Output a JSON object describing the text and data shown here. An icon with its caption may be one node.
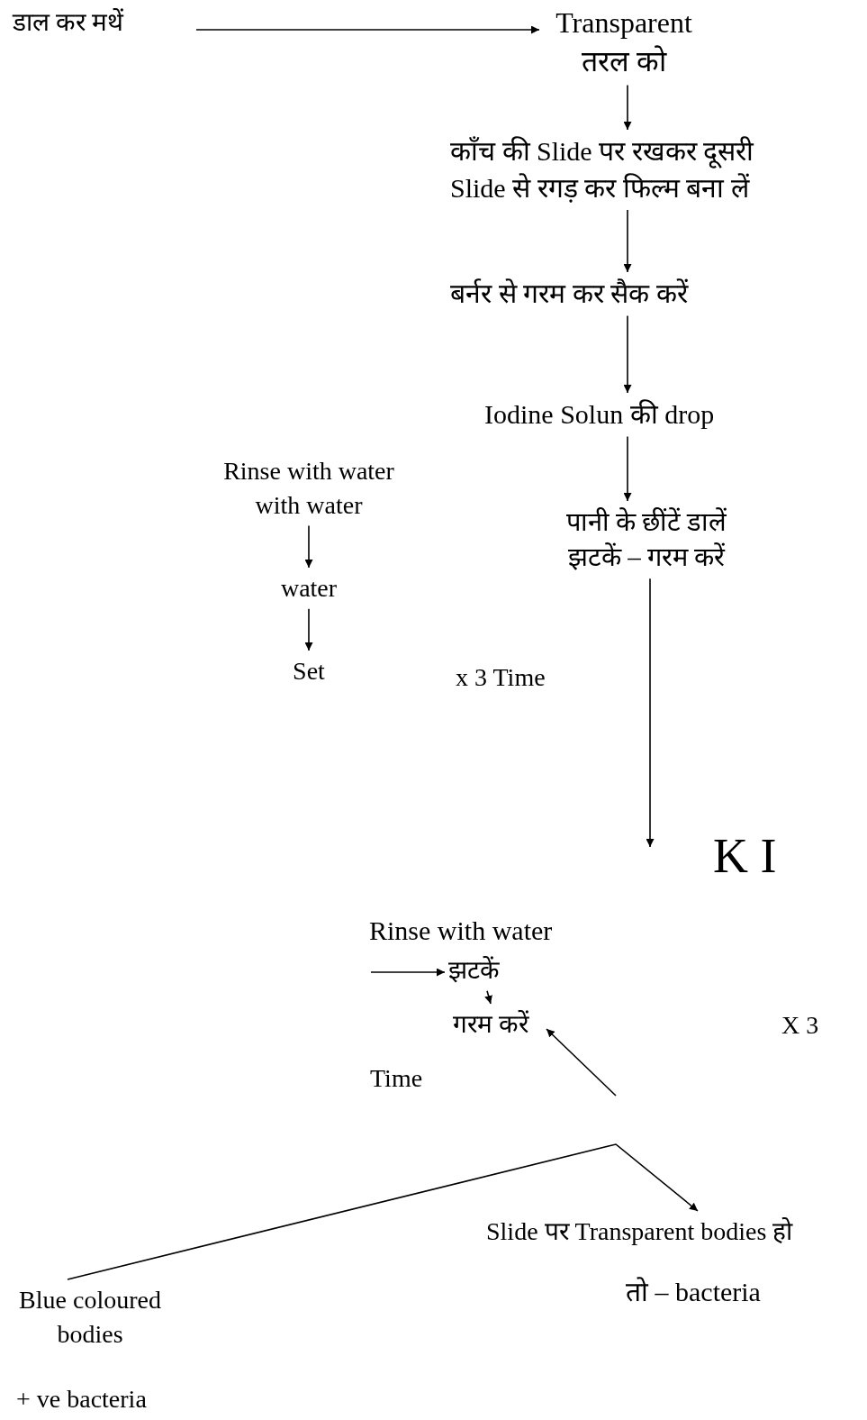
{
  "diagram": {
    "nodes": [
      {
        "text": [
          "डाल कर मथें"
        ]
      },
      {
        "text": [
          "Transparent तरल को"
        ]
      },
      {
        "text": [
          "काँच की Slide पर रखकर दूसरी Slide से रगड़ कर फिल्म बना लें"
        ]
      },
      {
        "text": [
          "बर्नर से गरम कर सैक करें"
        ]
      },
      {
        "text": [
          "Iodine Solun की drop"
        ]
      },
      {
        "text": [
          "पानी के छींटें डालें झटकें – गरम करें"
        ]
      },
      {
        "text": [
          "Rinse with water with water"
        ]
      },
      {
        "text": [
          "water"
        ]
      },
      {
        "text": [
          "Set"
        ]
      },
      {
        "text": [
          "Rinse with water"
        ]
      },
      {
        "text": [
          "झटकें"
        ]
      },
      {
        "text": [
          "गरम करें"
        ]
      },
      {
        "text": [
          "Slide पर Transparent bodies हो"
        ]
      },
      {
        "text": [
          "Blue coloured bodies"
        ]
      }
    ],
    "edges": [
      {
        "from": 0,
        "to": 1,
        "arrow": "to"
      },
      {
        "from": 1,
        "to": 2,
        "arrow": "to"
      },
      {
        "from": 2,
        "to": 3,
        "arrow": "to"
      },
      {
        "from": 3,
        "to": 4,
        "arrow": "to"
      },
      {
        "from": 4,
        "to": 5,
        "arrow": "to"
      },
      {
        "from": 6,
        "to": 7,
        "arrow": "to"
      },
      {
        "from": 7,
        "to": 8,
        "arrow": "to"
      },
      {
        "from": 5,
        "to": null,
        "arrow": "to"
      },
      {
        "from": null,
        "to": 10,
        "arrow": "to"
      },
      {
        "from": 10,
        "to": 11,
        "arrow": "to"
      },
      {
        "from": null,
        "to": 11,
        "arrow": "to"
      },
      {
        "from": 13,
        "to": 12,
        "arrow": "to"
      }
    ],
    "labels": [
      "x 3 Time",
      "K I",
      "X 3",
      "Time",
      "तो – bacteria",
      "+ ve bacteria"
    ]
  }
}
